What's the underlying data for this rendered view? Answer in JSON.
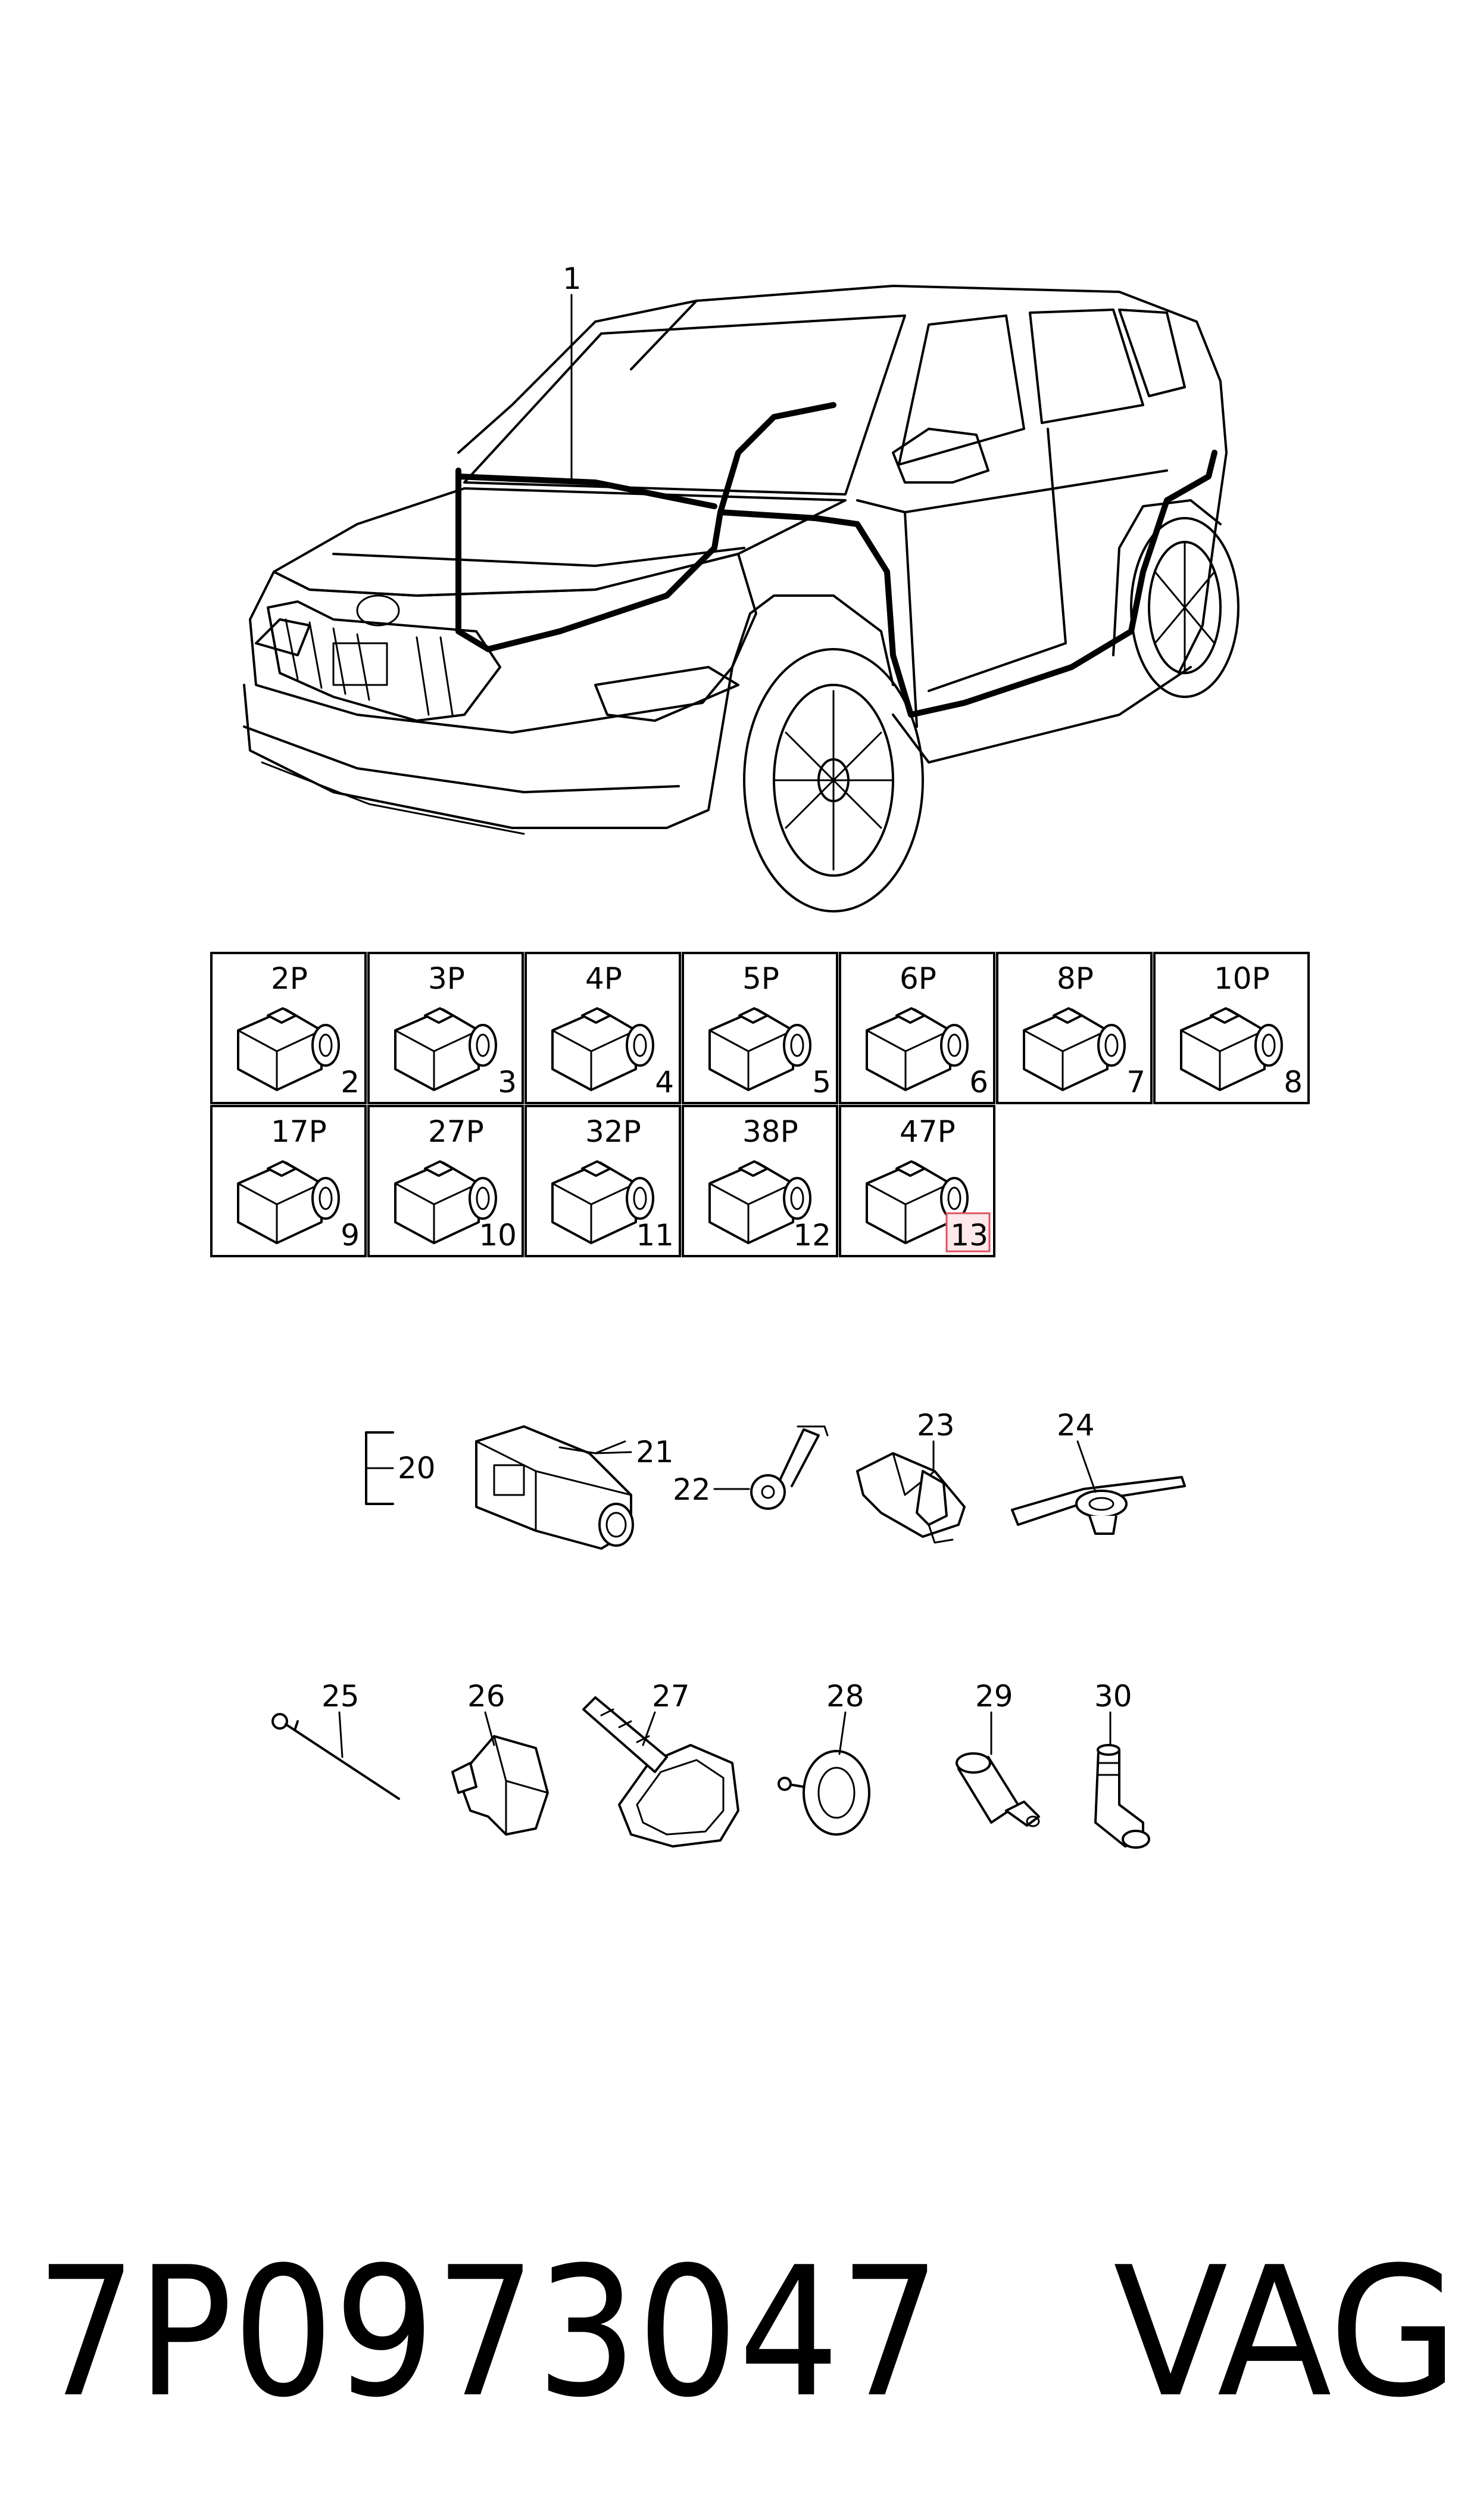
{
  "callouts": {
    "harness": "1",
    "connectors": [
      {
        "pins": "2P",
        "num": "2"
      },
      {
        "pins": "3P",
        "num": "3"
      },
      {
        "pins": "4P",
        "num": "4"
      },
      {
        "pins": "5P",
        "num": "5"
      },
      {
        "pins": "6P",
        "num": "6"
      },
      {
        "pins": "8P",
        "num": "7"
      },
      {
        "pins": "10P",
        "num": "8"
      },
      {
        "pins": "17P",
        "num": "9"
      },
      {
        "pins": "27P",
        "num": "10"
      },
      {
        "pins": "32P",
        "num": "11"
      },
      {
        "pins": "38P",
        "num": "12"
      },
      {
        "pins": "47P",
        "num": "13"
      }
    ],
    "parts_row1": [
      "20",
      "21",
      "22",
      "23",
      "24"
    ],
    "parts_row2": [
      "25",
      "26",
      "27",
      "28",
      "29",
      "30"
    ]
  },
  "highlight": {
    "callout": "13",
    "color": "#e05060"
  },
  "footer": {
    "part_number": "7P0973047",
    "brand": "VAG"
  }
}
